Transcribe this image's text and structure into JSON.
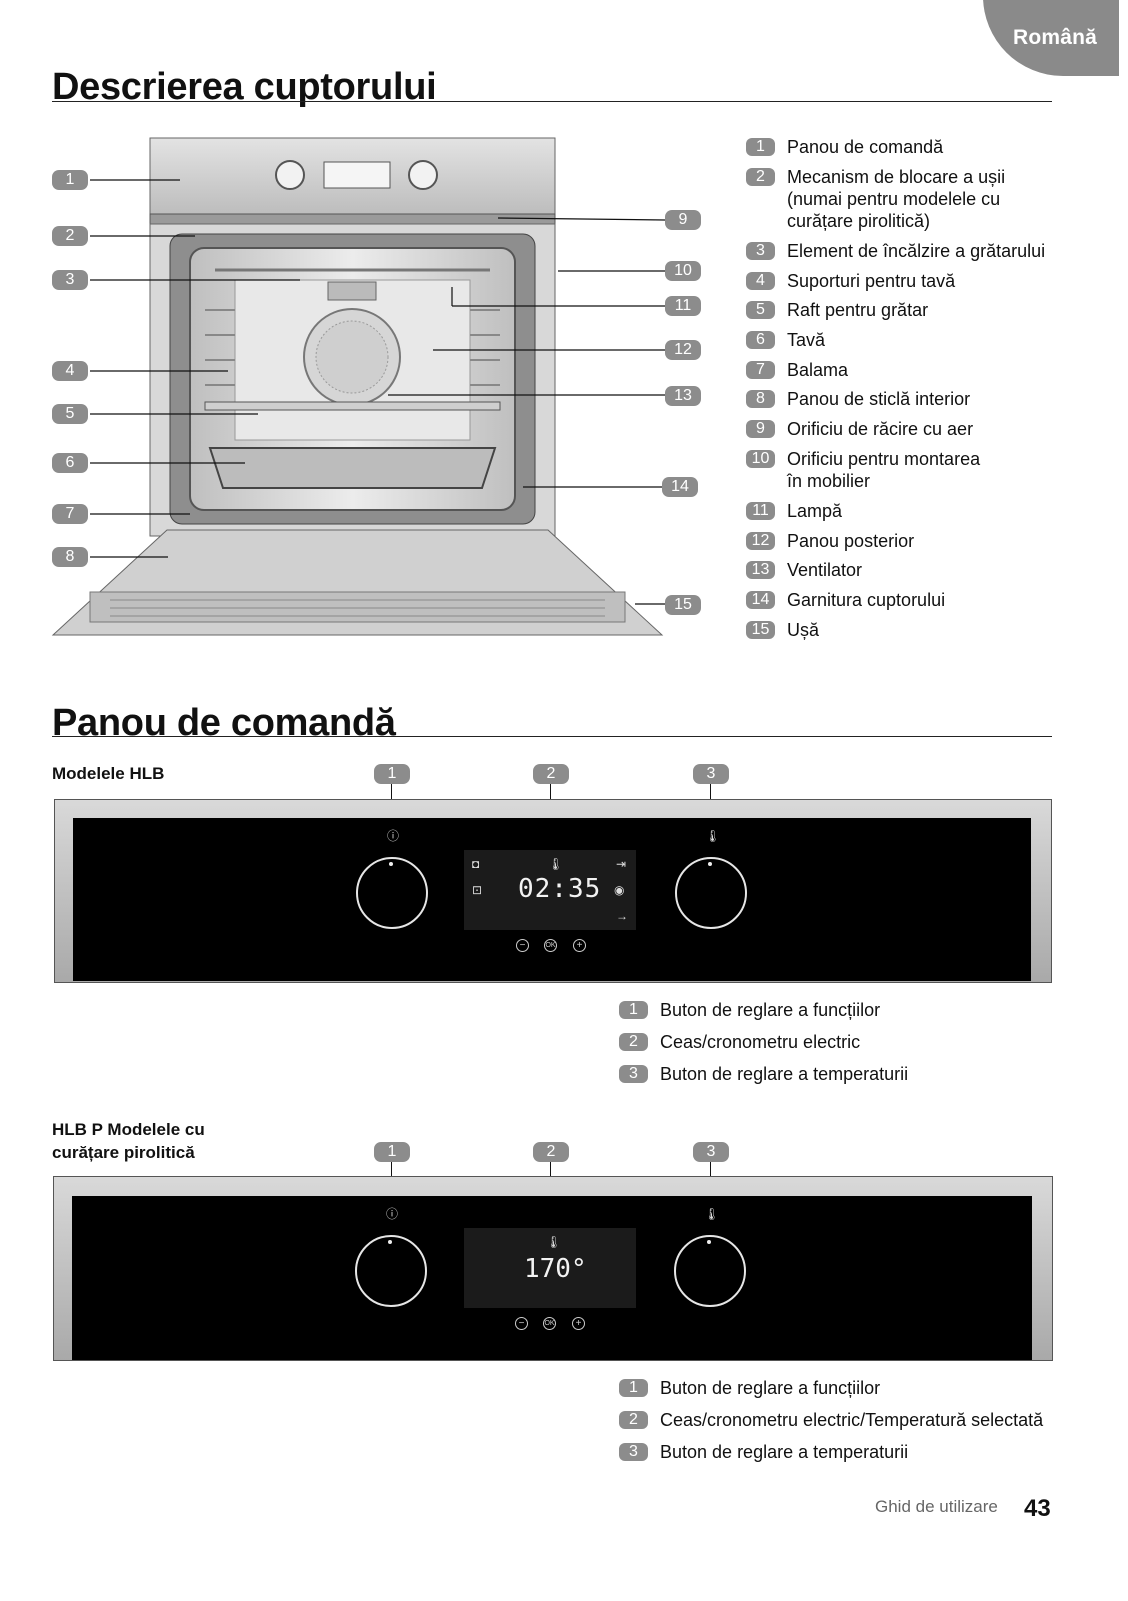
{
  "language_tab": "Română",
  "section1": {
    "title": "Descrierea cuptorului",
    "legend": [
      {
        "num": "1",
        "label": "Panou de comandă"
      },
      {
        "num": "2",
        "label": "Mecanism de blocare a ușii\n(numai pentru modelele cu\ncurățare pirolitică)"
      },
      {
        "num": "3",
        "label": "Element de încălzire a grătarului"
      },
      {
        "num": "4",
        "label": "Suporturi pentru tavă"
      },
      {
        "num": "5",
        "label": "Raft pentru grătar"
      },
      {
        "num": "6",
        "label": "Tavă"
      },
      {
        "num": "7",
        "label": "Balama"
      },
      {
        "num": "8",
        "label": "Panou de sticlă interior"
      },
      {
        "num": "9",
        "label": "Orificiu de răcire cu aer"
      },
      {
        "num": "10",
        "label": "Orificiu pentru montarea\nîn mobilier"
      },
      {
        "num": "11",
        "label": "Lampă"
      },
      {
        "num": "12",
        "label": "Panou posterior"
      },
      {
        "num": "13",
        "label": "Ventilator"
      },
      {
        "num": "14",
        "label": "Garnitura cuptorului"
      },
      {
        "num": "15",
        "label": "Ușă"
      }
    ],
    "callouts_left": [
      "1",
      "2",
      "3",
      "4",
      "5",
      "6",
      "7",
      "8"
    ],
    "callouts_right": [
      "9",
      "10",
      "11",
      "12",
      "13",
      "14",
      "15"
    ]
  },
  "section2": {
    "title": "Panou de comandă",
    "hlb": {
      "subtitle": "Modelele HLB",
      "callouts": [
        "1",
        "2",
        "3"
      ],
      "display_time": "02:35",
      "legend": [
        {
          "num": "1",
          "label": "Buton de reglare a funcțiilor"
        },
        {
          "num": "2",
          "label": "Ceas/cronometru electric"
        },
        {
          "num": "3",
          "label": "Buton de reglare a temperaturii"
        }
      ]
    },
    "hlbp": {
      "subtitle": "HLB P Modelele cu\ncurățare pirolitică",
      "callouts": [
        "1",
        "2",
        "3"
      ],
      "display_temp": "170°",
      "legend": [
        {
          "num": "1",
          "label": "Buton de reglare a funcțiilor"
        },
        {
          "num": "2",
          "label": "Ceas/cronometru electric/Temperatură selectată"
        },
        {
          "num": "3",
          "label": "Buton de reglare a temperaturii"
        }
      ]
    }
  },
  "footer": {
    "text": "Ghid de utilizare",
    "page": "43"
  }
}
